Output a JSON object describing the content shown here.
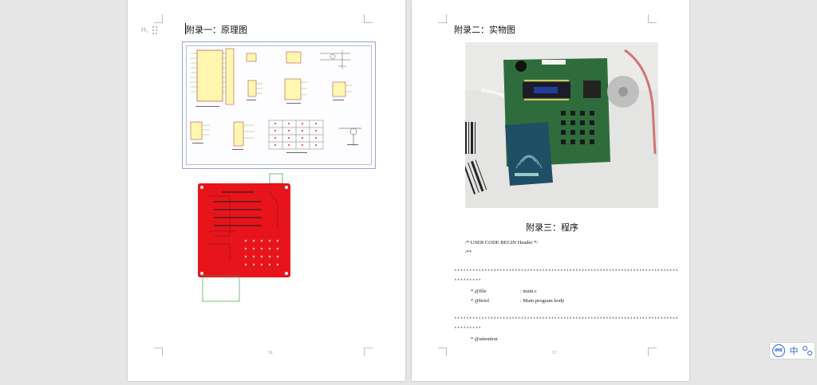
{
  "left_page": {
    "heading": "附录一：原理图",
    "page_number": "36"
  },
  "right_page": {
    "heading": "附录二：实物图",
    "section_heading": "附录三：程序",
    "page_number": "37",
    "code_lines": [
      "/* USER CODE BEGIN Header */",
      "/**"
    ],
    "star_line_1": "**************************************************************************",
    "star_line_1b": "*********",
    "file_tag": "* @file",
    "file_value": ": main.c",
    "brief_tag": "* @brief",
    "brief_value": ": Main program body",
    "star_line_2": "**************************************************************************",
    "star_line_2b": "*********",
    "attention_tag": "* @attention"
  },
  "margin_marker": "H₁",
  "ime": {
    "logo_text": "IME",
    "mode_label": "中"
  },
  "colors": {
    "pcb_red": "#e8141c",
    "pcb_green": "#2f7b33",
    "photo_pcb": "#2e6d3b"
  }
}
